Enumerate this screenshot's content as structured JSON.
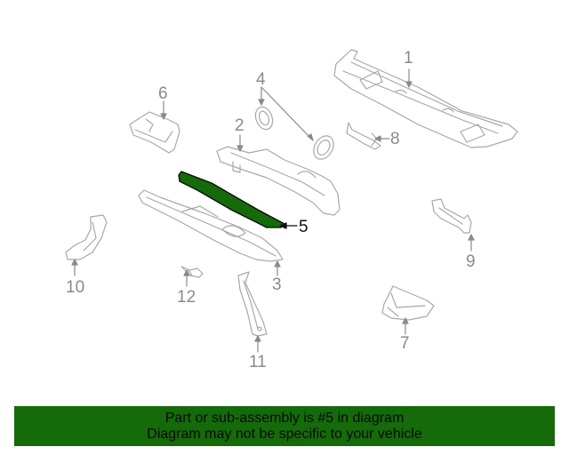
{
  "diagram": {
    "highlight_color": "#156a0a",
    "outline_color": "#a8a8a8",
    "selected_part": "5",
    "callouts": [
      {
        "id": "1",
        "label": "1"
      },
      {
        "id": "2",
        "label": "2"
      },
      {
        "id": "3",
        "label": "3"
      },
      {
        "id": "4",
        "label": "4"
      },
      {
        "id": "5",
        "label": "5"
      },
      {
        "id": "6",
        "label": "6"
      },
      {
        "id": "7",
        "label": "7"
      },
      {
        "id": "8",
        "label": "8"
      },
      {
        "id": "9",
        "label": "9"
      },
      {
        "id": "10",
        "label": "10"
      },
      {
        "id": "11",
        "label": "11"
      },
      {
        "id": "12",
        "label": "12"
      }
    ]
  },
  "banner": {
    "background": "#156a0a",
    "line1": "Part or sub-assembly is #5 in diagram",
    "line2": "Diagram may not be specific to your vehicle"
  }
}
